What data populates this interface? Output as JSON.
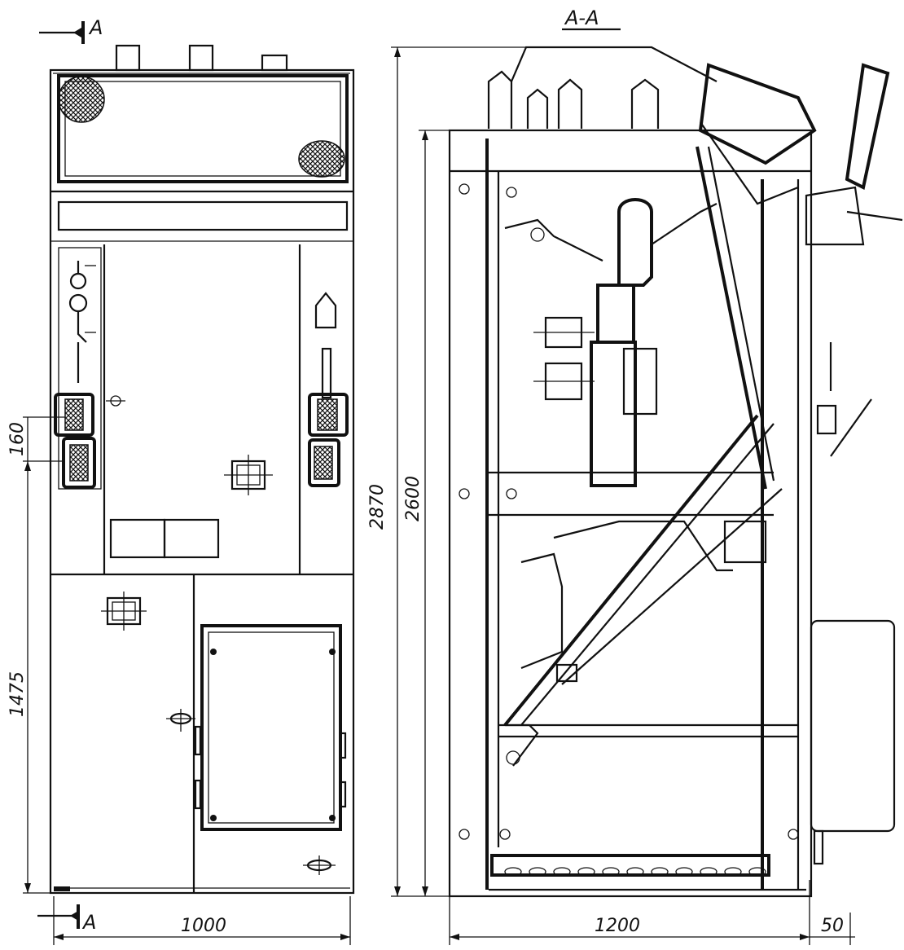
{
  "section_marks": {
    "top_left": "A",
    "bottom_left": "A",
    "section_title": "A-A"
  },
  "dimensions": {
    "front_width": "1000",
    "front_height_lower": "1475",
    "front_handle_spacing": "160",
    "side_total_height": "2870",
    "side_body_height": "2600",
    "side_depth": "1200",
    "side_offset": "50"
  }
}
